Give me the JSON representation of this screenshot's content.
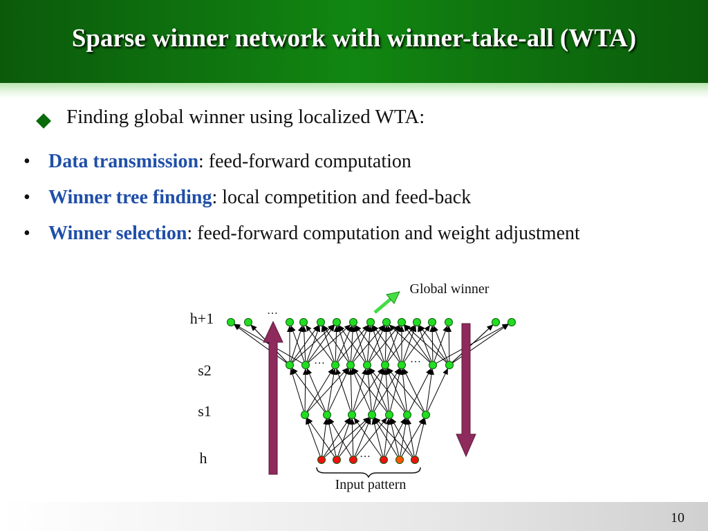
{
  "slide": {
    "title": "Sparse winner network with winner-take-all (WTA)",
    "lead_text": "Finding global winner using localized WTA:",
    "bullet_symbol": "•",
    "bullets": [
      {
        "term": "Data transmission",
        "rest": ": feed-forward computation"
      },
      {
        "term": "Winner tree finding",
        "rest": ": local competition and feed-back"
      },
      {
        "term": "Winner selection",
        "rest": ": feed-forward computation and weight adjustment"
      }
    ],
    "page_number": "10"
  },
  "diagram": {
    "layer_labels": {
      "top": "h+1",
      "s2": "s2",
      "s1": "s1",
      "bottom": "h"
    },
    "global_winner_label": "Global winner",
    "input_label": "Input pattern",
    "ellipsis": "…",
    "colors": {
      "node_green": "#22dd22",
      "node_red": "#ee1111",
      "node_orange": "#ff5500",
      "arrow_maroon": "#8e2a5c",
      "pointer_green": "#44dd44",
      "header_green": "#118611",
      "term_blue": "#1f4fa8"
    }
  }
}
